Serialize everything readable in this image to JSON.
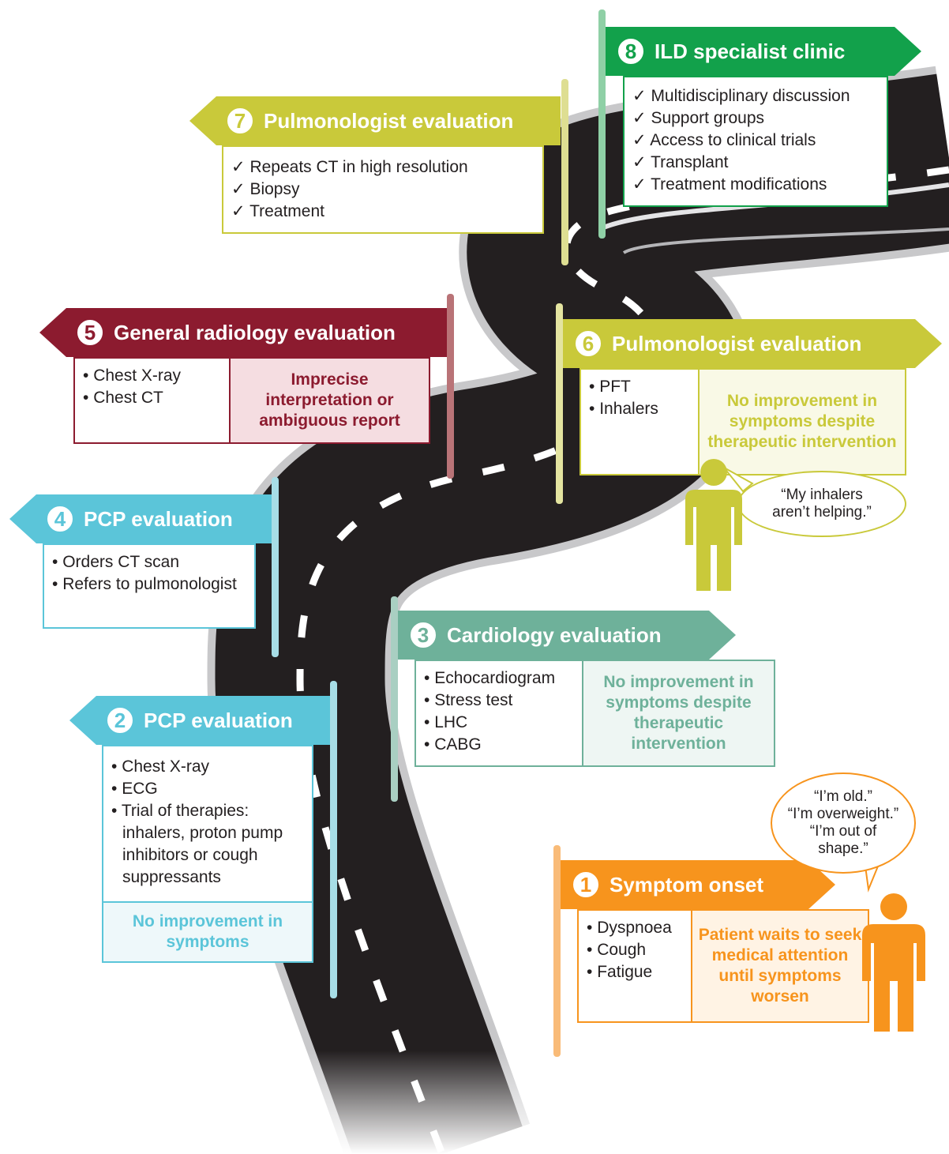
{
  "colors": {
    "road": "#231f20",
    "road_edge": "#c8c8ca",
    "step1": "#f7941d",
    "step2": "#5bc5d9",
    "step3": "#6eb19a",
    "step4": "#5bc5d9",
    "step5": "#8c1b2f",
    "step6": "#c9c93a",
    "step7": "#c9c93a",
    "step8": "#12a14b"
  },
  "icons": {
    "person": "person-icon",
    "check": "check-icon",
    "bubble": "speech-bubble"
  },
  "steps": [
    {
      "number": "1",
      "title": "Symptom onset",
      "items": [
        "Dyspnoea",
        "Cough",
        "Fatigue"
      ],
      "note": "Patient waits to seek medical attention until symptoms worsen"
    },
    {
      "number": "2",
      "title": "PCP evaluation",
      "items": [
        "Chest X-ray",
        "ECG",
        "Trial of therapies: inhalers, proton pump inhibitors or cough suppressants"
      ],
      "note": "No improvement in symptoms"
    },
    {
      "number": "3",
      "title": "Cardiology evaluation",
      "items": [
        "Echocardiogram",
        "Stress test",
        "LHC",
        "CABG"
      ],
      "note": "No improvement in symptoms despite therapeutic intervention"
    },
    {
      "number": "4",
      "title": "PCP evaluation",
      "items": [
        "Orders CT scan",
        "Refers to pulmonologist"
      ]
    },
    {
      "number": "5",
      "title": "General radiology evaluation",
      "items": [
        "Chest X-ray",
        "Chest CT"
      ],
      "note": "Imprecise interpretation or ambiguous report"
    },
    {
      "number": "6",
      "title": "Pulmonologist evaluation",
      "items": [
        "PFT",
        "Inhalers"
      ],
      "note": "No improvement in symptoms despite therapeutic intervention"
    },
    {
      "number": "7",
      "title": "Pulmonologist evaluation",
      "items": [
        "Repeats CT in high resolution",
        "Biopsy",
        "Treatment"
      ]
    },
    {
      "number": "8",
      "title": "ILD specialist clinic",
      "items": [
        "Multidisciplinary discussion",
        "Support groups",
        "Access to clinical trials",
        "Transplant",
        "Treatment modifications"
      ]
    }
  ],
  "quotes": {
    "step1": [
      "“I’m old.”",
      "“I’m overweight.”",
      "“I’m out of",
      "shape.”"
    ],
    "step6": [
      "“My inhalers",
      "aren’t helping.”"
    ]
  }
}
